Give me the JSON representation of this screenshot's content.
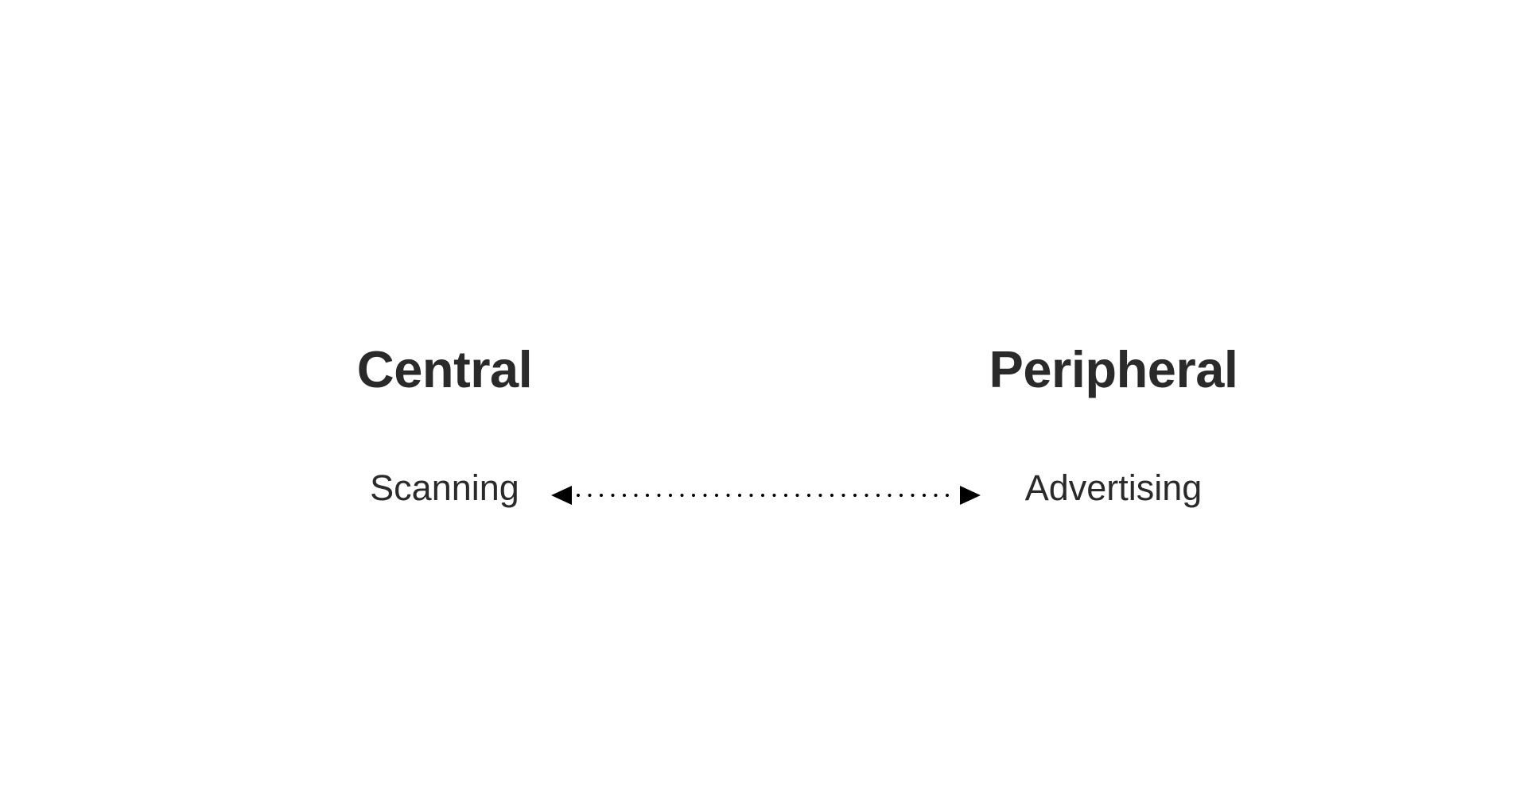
{
  "diagram": {
    "left": {
      "heading": "Central",
      "item": "Scanning"
    },
    "right": {
      "heading": "Peripheral",
      "item": "Advertising"
    },
    "connector": {
      "style": "dotted",
      "direction": "bidirectional",
      "color": "#000000"
    },
    "text_color": "#2a2a2a",
    "background": "#ffffff"
  }
}
